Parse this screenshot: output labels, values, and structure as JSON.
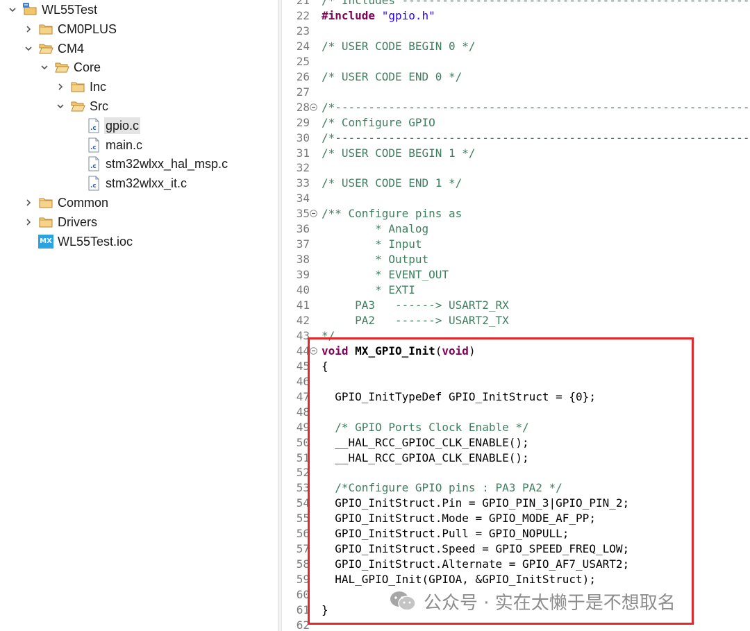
{
  "explorer": {
    "items": [
      {
        "label": "WL55Test",
        "depth": 0,
        "expanded": true,
        "icon": "project-icon",
        "chevron": true
      },
      {
        "label": "CM0PLUS",
        "depth": 1,
        "expanded": false,
        "icon": "folder-icon",
        "chevron": true
      },
      {
        "label": "CM4",
        "depth": 1,
        "expanded": true,
        "icon": "folder-open-icon",
        "chevron": true
      },
      {
        "label": "Core",
        "depth": 2,
        "expanded": true,
        "icon": "folder-open-icon",
        "chevron": true
      },
      {
        "label": "Inc",
        "depth": 3,
        "expanded": false,
        "icon": "folder-icon",
        "chevron": true
      },
      {
        "label": "Src",
        "depth": 3,
        "expanded": true,
        "icon": "folder-open-icon",
        "chevron": true
      },
      {
        "label": "gpio.c",
        "depth": 4,
        "icon": "c-file-icon",
        "chevron": false,
        "selected": true
      },
      {
        "label": "main.c",
        "depth": 4,
        "icon": "c-file-icon",
        "chevron": false
      },
      {
        "label": "stm32wlxx_hal_msp.c",
        "depth": 4,
        "icon": "c-file-icon",
        "chevron": false
      },
      {
        "label": "stm32wlxx_it.c",
        "depth": 4,
        "icon": "c-file-icon",
        "chevron": false
      },
      {
        "label": "Common",
        "depth": 1,
        "expanded": false,
        "icon": "folder-icon",
        "chevron": true
      },
      {
        "label": "Drivers",
        "depth": 1,
        "expanded": false,
        "icon": "folder-icon",
        "chevron": true
      },
      {
        "label": "WL55Test.ioc",
        "depth": 1,
        "icon": "mx-file-icon",
        "chevron": false,
        "icon_text": "MX"
      }
    ]
  },
  "editor": {
    "lines": [
      {
        "n": "21",
        "text": "/* Includes ------------------------------------------------------------------",
        "kind": "comment"
      },
      {
        "n": "22",
        "text": "#include \"gpio.h\"",
        "kind": "include"
      },
      {
        "n": "23",
        "text": ""
      },
      {
        "n": "24",
        "text": "/* USER CODE BEGIN 0 */",
        "kind": "comment"
      },
      {
        "n": "25",
        "text": ""
      },
      {
        "n": "26",
        "text": "/* USER CODE END 0 */",
        "kind": "comment"
      },
      {
        "n": "27",
        "text": ""
      },
      {
        "n": "28",
        "text": "/*----------------------------------------------------------------------------",
        "kind": "comment",
        "fold": true
      },
      {
        "n": "29",
        "text": "/* Configure GPIO",
        "kind": "comment"
      },
      {
        "n": "30",
        "text": "/*----------------------------------------------------------------------------",
        "kind": "comment"
      },
      {
        "n": "31",
        "text": "/* USER CODE BEGIN 1 */",
        "kind": "comment"
      },
      {
        "n": "32",
        "text": ""
      },
      {
        "n": "33",
        "text": "/* USER CODE END 1 */",
        "kind": "comment"
      },
      {
        "n": "34",
        "text": ""
      },
      {
        "n": "35",
        "text": "/** Configure pins as",
        "kind": "comment",
        "fold": true
      },
      {
        "n": "36",
        "text": "        * Analog",
        "kind": "comment"
      },
      {
        "n": "37",
        "text": "        * Input",
        "kind": "comment"
      },
      {
        "n": "38",
        "text": "        * Output",
        "kind": "comment"
      },
      {
        "n": "39",
        "text": "        * EVENT_OUT",
        "kind": "comment"
      },
      {
        "n": "40",
        "text": "        * EXTI",
        "kind": "comment"
      },
      {
        "n": "41",
        "text": "     PA3   ------> USART2_RX",
        "kind": "comment"
      },
      {
        "n": "42",
        "text": "     PA2   ------> USART2_TX",
        "kind": "comment"
      },
      {
        "n": "43",
        "text": "*/",
        "kind": "comment"
      },
      {
        "n": "44",
        "text": "void MX_GPIO_Init(void)",
        "kind": "funcdef",
        "fold": true
      },
      {
        "n": "45",
        "text": "{"
      },
      {
        "n": "46",
        "text": ""
      },
      {
        "n": "47",
        "text": "  GPIO_InitTypeDef GPIO_InitStruct = {0};"
      },
      {
        "n": "48",
        "text": ""
      },
      {
        "n": "49",
        "text": "  /* GPIO Ports Clock Enable */",
        "kind": "comment"
      },
      {
        "n": "50",
        "text": "  __HAL_RCC_GPIOC_CLK_ENABLE();"
      },
      {
        "n": "51",
        "text": "  __HAL_RCC_GPIOA_CLK_ENABLE();"
      },
      {
        "n": "52",
        "text": ""
      },
      {
        "n": "53",
        "text": "  /*Configure GPIO pins : PA3 PA2 */",
        "kind": "comment"
      },
      {
        "n": "54",
        "text": "  GPIO_InitStruct.Pin = GPIO_PIN_3|GPIO_PIN_2;"
      },
      {
        "n": "55",
        "text": "  GPIO_InitStruct.Mode = GPIO_MODE_AF_PP;"
      },
      {
        "n": "56",
        "text": "  GPIO_InitStruct.Pull = GPIO_NOPULL;"
      },
      {
        "n": "57",
        "text": "  GPIO_InitStruct.Speed = GPIO_SPEED_FREQ_LOW;"
      },
      {
        "n": "58",
        "text": "  GPIO_InitStruct.Alternate = GPIO_AF7_USART2;"
      },
      {
        "n": "59",
        "text": "  HAL_GPIO_Init(GPIOA, &GPIO_InitStruct);"
      },
      {
        "n": "60",
        "text": ""
      },
      {
        "n": "61",
        "text": "}"
      },
      {
        "n": "62",
        "text": ""
      }
    ]
  },
  "watermark": {
    "text": "公众号 · 实在太懒于是不想取名",
    "icon": "wechat-icon"
  },
  "colors": {
    "highlight": "#e8262a",
    "keyword": "#7f0055",
    "comment": "#3f7f5f",
    "string": "#2a00ff",
    "selection": "#e4e4e4",
    "folder": "#e8a83c"
  }
}
